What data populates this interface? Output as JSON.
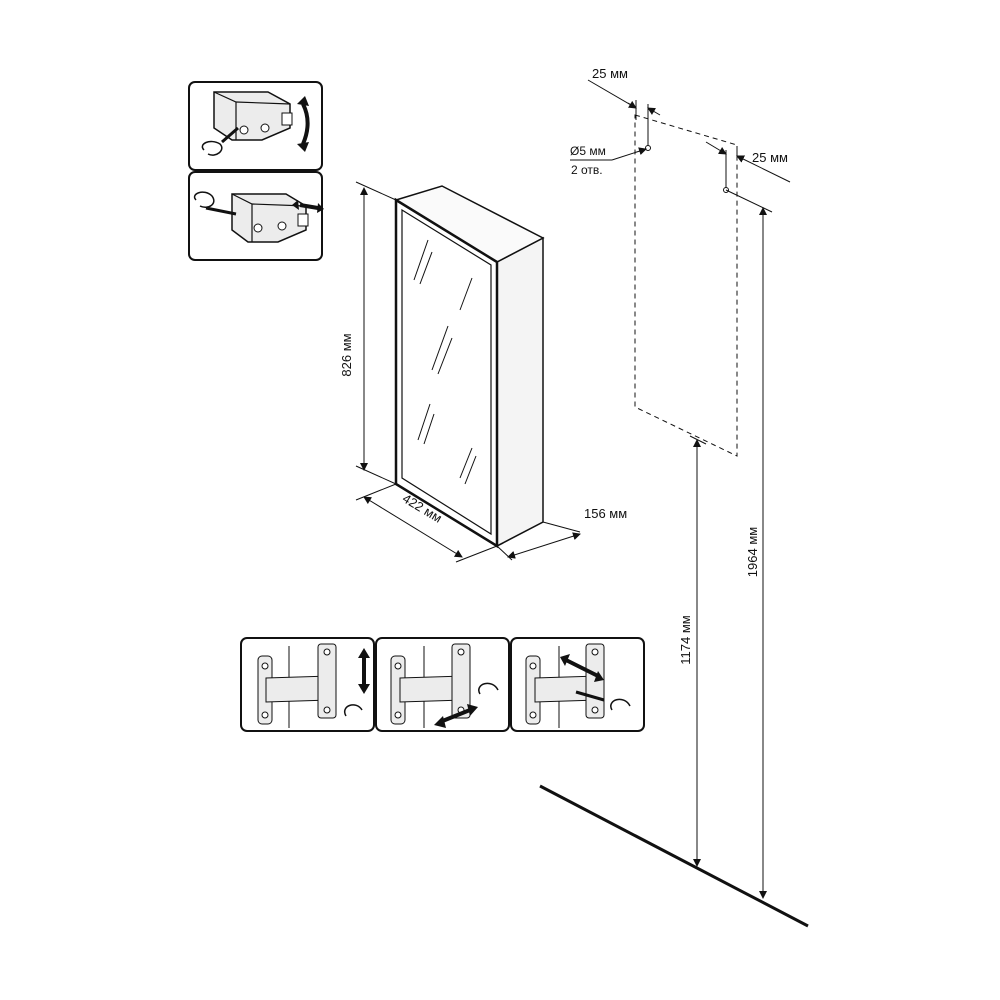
{
  "dimensions": {
    "height": "826 мм",
    "width": "422 мм",
    "depth": "156 мм",
    "hole_offset_left": "25 мм",
    "hole_offset_right": "25 мм",
    "hole_diameter": "Ø5 мм",
    "hole_count": "2 отв.",
    "mount_lower_height": "1174 мм",
    "mount_upper_height": "1964 мм"
  },
  "icons": {
    "adjust_vertical": "vertical-adjust-arrow-icon",
    "adjust_depth": "depth-adjust-arrow-icon",
    "screwdriver": "screwdriver-rotate-icon"
  },
  "colors": {
    "line": "#111111",
    "panel_fill": "#f2f2f2",
    "part_fill": "#e6e6e6"
  }
}
